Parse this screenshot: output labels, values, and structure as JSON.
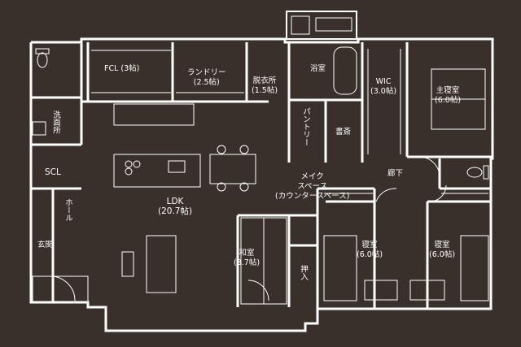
{
  "rooms": {
    "fcl": {
      "name": "FCL",
      "size": "(3帖)"
    },
    "laundry": {
      "name": "ランドリー",
      "size": "(2.5帖)"
    },
    "dressing": {
      "name": "脱衣所",
      "size": "(1.5帖)"
    },
    "bath": {
      "name": "浴室"
    },
    "wic": {
      "name": "WIC",
      "size": "(3.0帖)"
    },
    "master": {
      "name": "主寝室",
      "size": "(6.0帖)"
    },
    "washroom": {
      "name": "洗面所"
    },
    "pantry": {
      "name": "パントリー"
    },
    "study": {
      "name": "書斎"
    },
    "scl": {
      "name": "SCL"
    },
    "ldk": {
      "name": "LDK",
      "size": "(20.7帖)"
    },
    "makeup": {
      "name": "メイク",
      "name2": "スペース",
      "sub": "(カウンタースペース)"
    },
    "hallway": {
      "name": "廊下"
    },
    "hall": {
      "name": "ホール"
    },
    "washitsu": {
      "name": "和室",
      "size": "(3.7帖)"
    },
    "oshiire": {
      "name": "押入"
    },
    "bedroom1": {
      "name": "寝室",
      "size": "(6.0帖)"
    },
    "bedroom2": {
      "name": "寝室",
      "size": "(6.0帖)"
    },
    "entrance": {
      "name": "玄関"
    }
  },
  "colors": {
    "background": "#3a302b",
    "wall": "#ffffff",
    "fixture": "#ffffff"
  }
}
